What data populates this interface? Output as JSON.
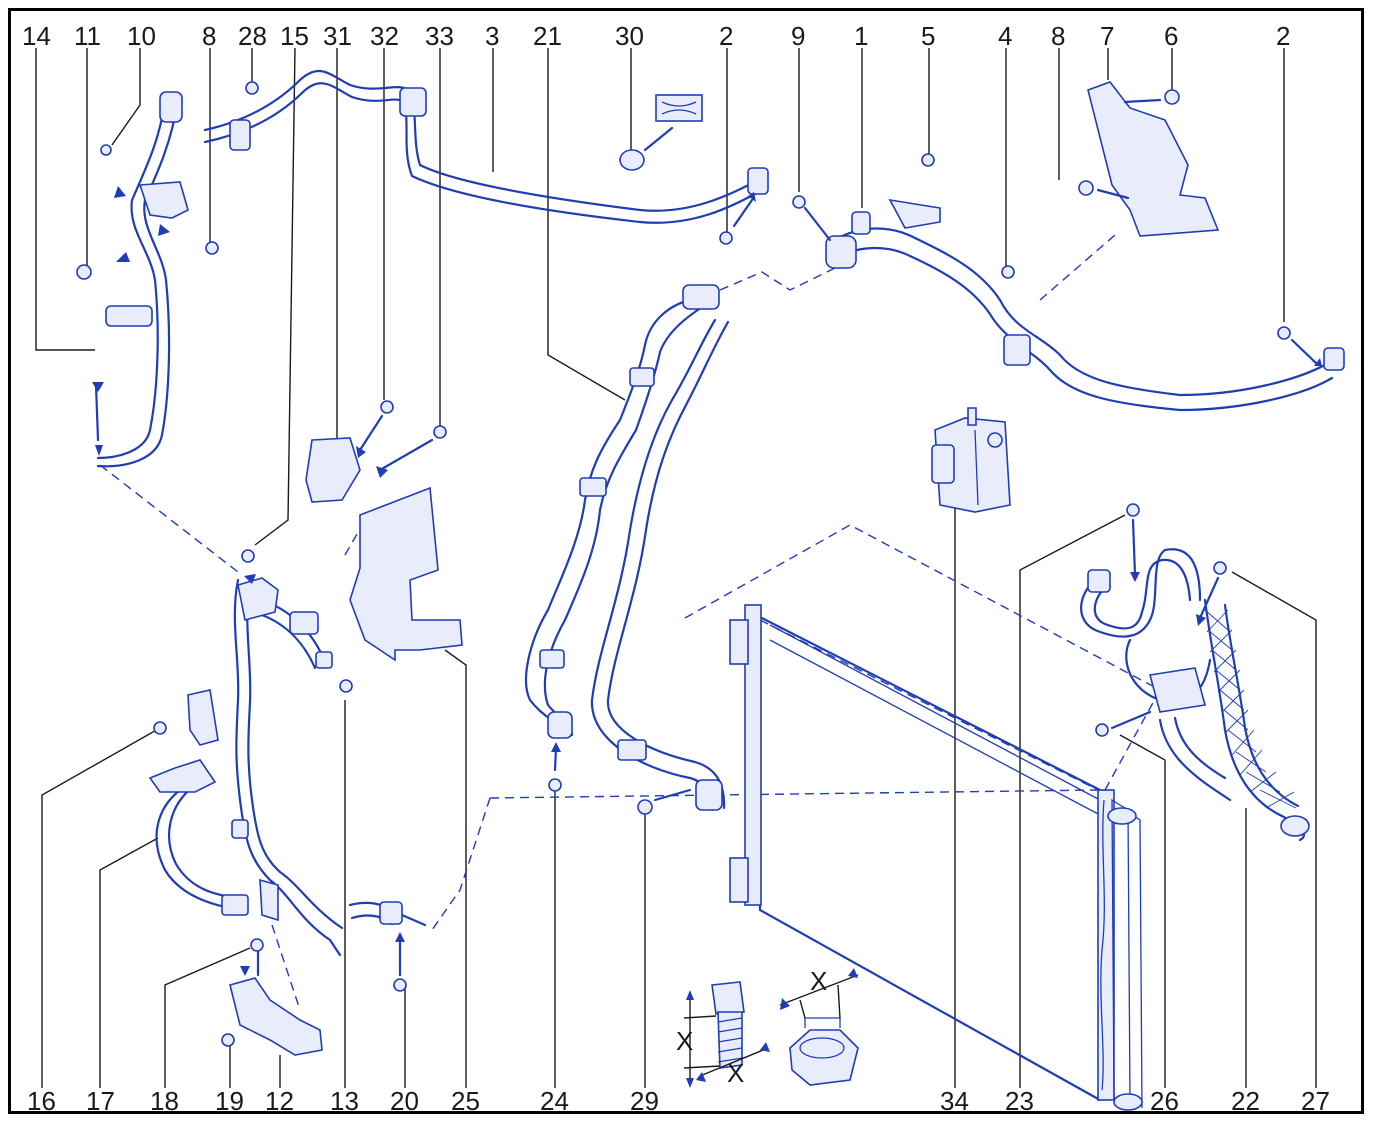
{
  "diagram": {
    "top_callouts": [
      "14",
      "11",
      "10",
      "8",
      "28",
      "15",
      "31",
      "32",
      "33",
      "3",
      "21",
      "30",
      "2",
      "9",
      "1",
      "5",
      "4",
      "8",
      "7",
      "6",
      "2"
    ],
    "bottom_callouts": [
      "16",
      "17",
      "18",
      "19",
      "12",
      "13",
      "20",
      "25",
      "24",
      "29",
      "34",
      "23",
      "26",
      "22",
      "27"
    ],
    "tolerance_labels": [
      "X",
      "X",
      "X"
    ],
    "colors": {
      "line_art": "#1f3db5",
      "callout_text": "#1a1a1a",
      "frame": "#000000"
    }
  }
}
